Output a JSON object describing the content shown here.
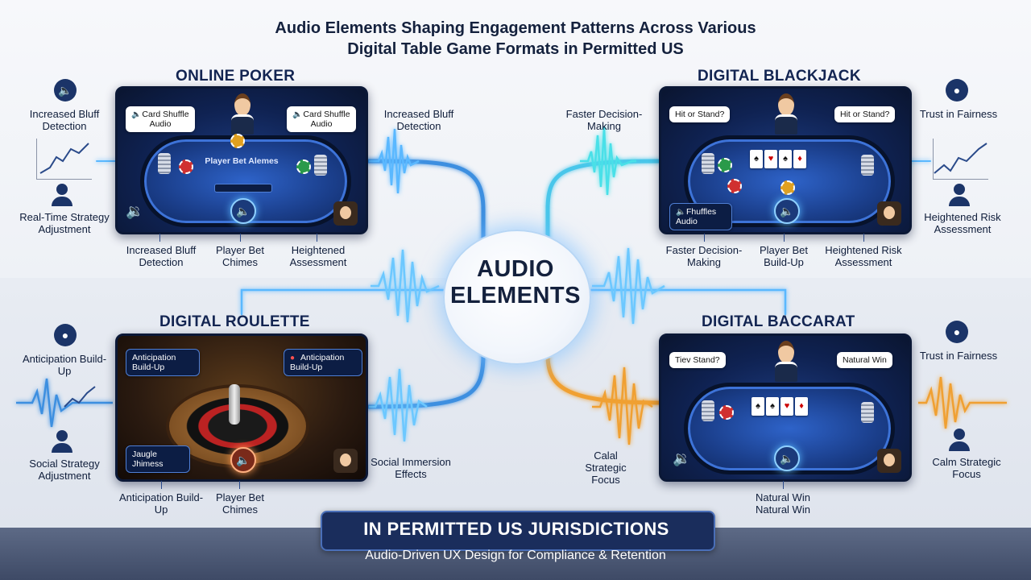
{
  "title": {
    "line1": "Audio Elements Shaping Engagement Patterns Across Various",
    "line2": "Digital Table Game Formats in Permitted US"
  },
  "hub": {
    "line1": "AUDIO",
    "line2": "ELEMENTS"
  },
  "poker": {
    "title": "ONLINE POKER",
    "bubble_left": "Card Shuffle Audio",
    "bubble_right": "Card Shuffle Audio",
    "table_text": "Player Bet Alemes",
    "left_top": "Increased Bluff Detection",
    "left_bottom": "Real-Time Strategy Adjustment",
    "right_connector": "Increased Bluff Detection",
    "bottom": [
      "Increased Bluff Detection",
      "Player Bet Chimes",
      "Heightened Assessment"
    ]
  },
  "blackjack": {
    "title": "DIGITAL BLACKJACK",
    "bubble_left": "Hit or Stand?",
    "bubble_right": "Hit or Stand?",
    "bubble_audio": "Fhuffles Audio",
    "left_connector": "Faster Decision-Making",
    "right_top": "Trust in Fairness",
    "right_bottom": "Heightened Risk Assessment",
    "bottom": [
      "Faster Decision-Making",
      "Player Bet Build-Up",
      "Heightened Risk Assessment"
    ]
  },
  "roulette": {
    "title": "DIGITAL ROULETTE",
    "bubble_left": "Anticipation Build-Up",
    "bubble_right": "Anticipation Build-Up",
    "bubble_bottom": "Jaugle Jhimess",
    "left_top": "Anticipation Build-Up",
    "left_bottom": "Social Strategy Adjustment",
    "right_connector": "Social Immersion Effects",
    "bottom": [
      "Anticipation Build-Up",
      "Player Bet Chimes"
    ]
  },
  "baccarat": {
    "title": "DIGITAL BACCARAT",
    "bubble_left": "Tiev Stand?",
    "bubble_right": "Natural Win",
    "left_connector": "Calal Strategic Focus",
    "right_top": "Trust in Fairness",
    "right_bottom": "Calm Strategic Focus",
    "bottom_line1": "Natural Win",
    "bottom_line2": "Natural Win"
  },
  "banner": "IN PERMITTED US JURISDICTIONS",
  "subtitle": "Audio-Driven UX Design for Compliance & Retention",
  "colors": {
    "blue_glow": "#5ab8ff",
    "orange_glow": "#f0a030",
    "navy": "#14213d"
  },
  "icons": [
    "speaker-icon",
    "person-icon",
    "trend-chart-icon",
    "chip-icon",
    "card-icon"
  ]
}
